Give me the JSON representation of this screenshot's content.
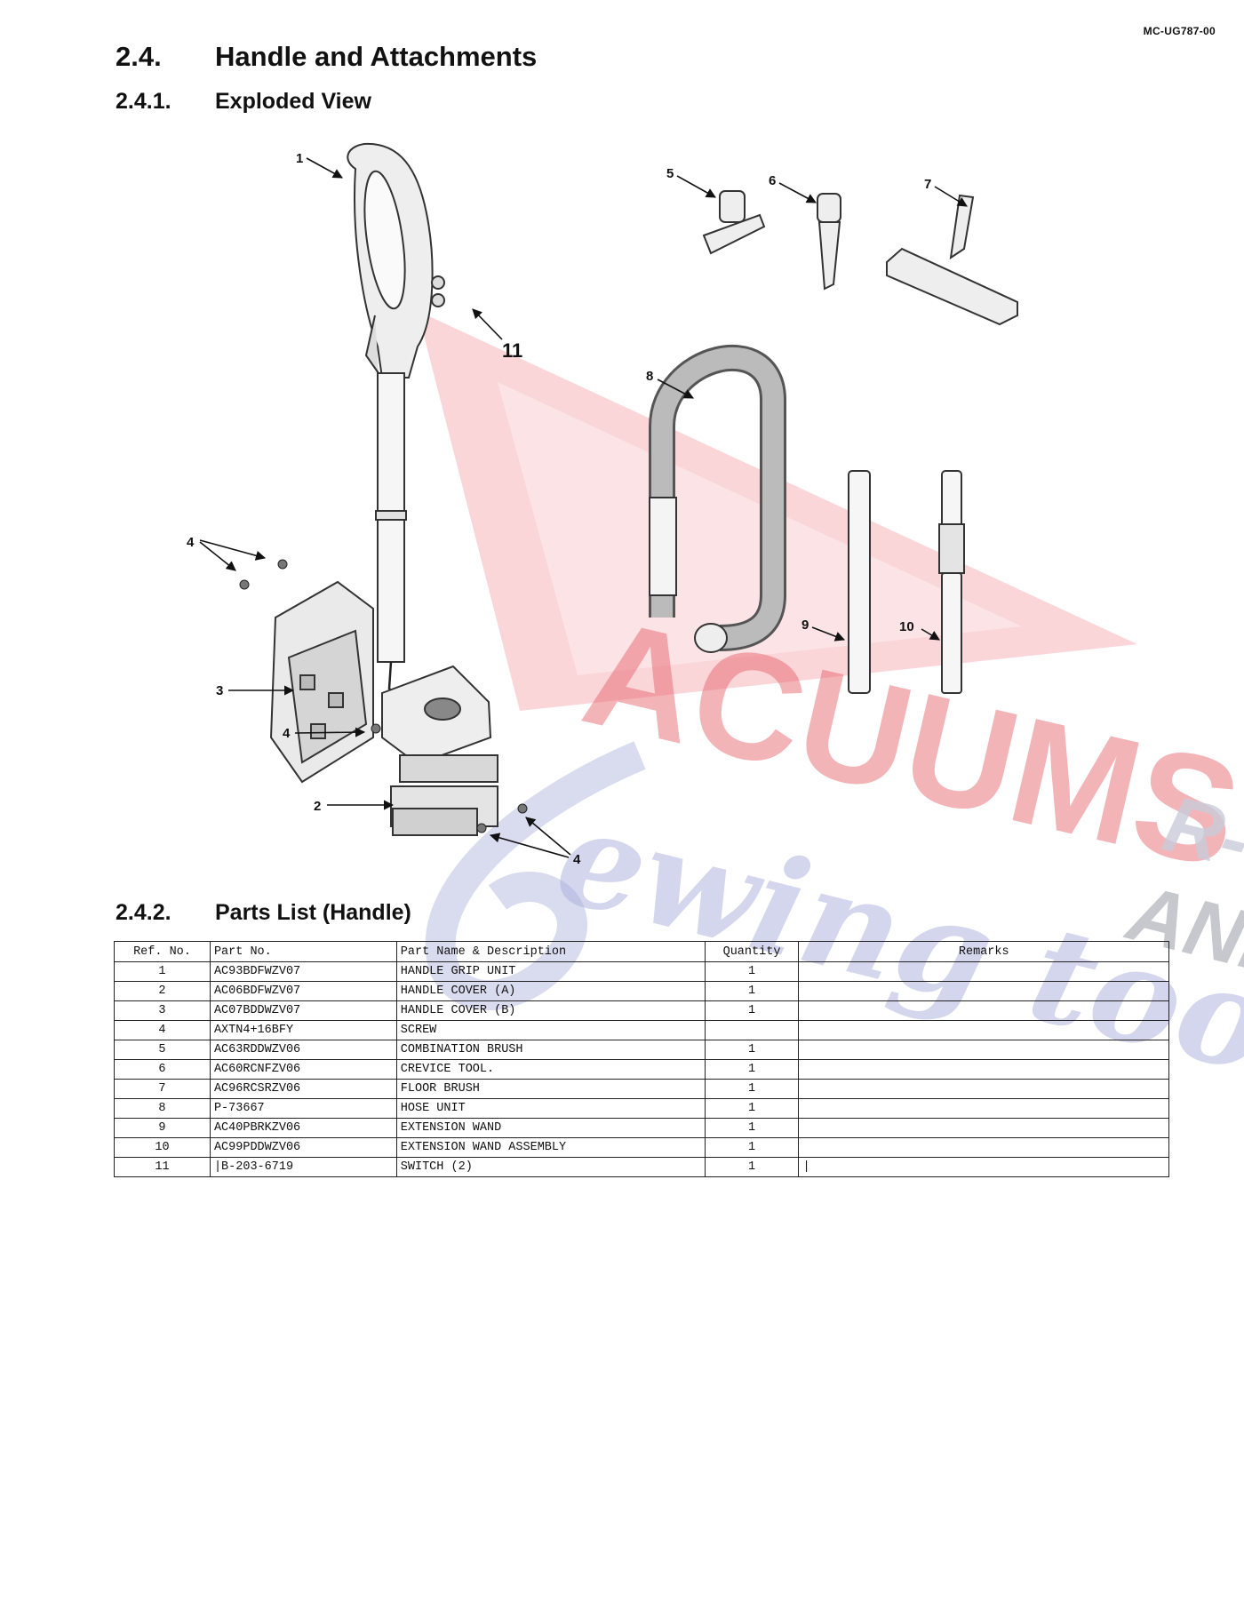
{
  "doc_code": "MC-UG787-00",
  "section": {
    "number": "2.4.",
    "title": "Handle and Attachments"
  },
  "subsections": [
    {
      "number": "2.4.1.",
      "title": "Exploded View"
    },
    {
      "number": "2.4.2.",
      "title": "Parts List (Handle)"
    }
  ],
  "watermark": {
    "text_main": "ACUUMS",
    "text_script": "ewing too",
    "text_side1": "R-U",
    "text_side2": "AND"
  },
  "diagram": {
    "callouts": {
      "c1": "1",
      "c2": "2",
      "c3": "3",
      "c4a": "4",
      "c4b": "4",
      "c4c": "4",
      "c5": "5",
      "c6": "6",
      "c7": "7",
      "c8": "8",
      "c9": "9",
      "c10": "10",
      "c11": "11"
    }
  },
  "table": {
    "headers": [
      "Ref. No.",
      "Part No.",
      "Part Name & Description",
      "Quantity",
      "Remarks"
    ],
    "rows": [
      [
        "1",
        "AC93BDFWZV07",
        "HANDLE GRIP UNIT",
        "1",
        ""
      ],
      [
        "2",
        "AC06BDFWZV07",
        "HANDLE COVER (A)",
        "1",
        ""
      ],
      [
        "3",
        "AC07BDDWZV07",
        "HANDLE COVER (B)",
        "1",
        ""
      ],
      [
        "4",
        "AXTN4+16BFY",
        "SCREW",
        "",
        ""
      ],
      [
        "5",
        "AC63RDDWZV06",
        "COMBINATION BRUSH",
        "1",
        ""
      ],
      [
        "6",
        "AC60RCNFZV06",
        "CREVICE TOOL.",
        "1",
        ""
      ],
      [
        "7",
        "AC96RCSRZV06",
        "FLOOR BRUSH",
        "1",
        ""
      ],
      [
        "8",
        "P-73667",
        "HOSE UNIT",
        "1",
        ""
      ],
      [
        "9",
        "AC40PBRKZV06",
        "EXTENSION WAND",
        "1",
        ""
      ],
      [
        "10",
        "AC99PDDWZV06",
        "EXTENSION WAND ASSEMBLY",
        "1",
        ""
      ],
      [
        "11",
        "|B-203-6719",
        "SWITCH (2)",
        "1",
        "|"
      ]
    ]
  }
}
